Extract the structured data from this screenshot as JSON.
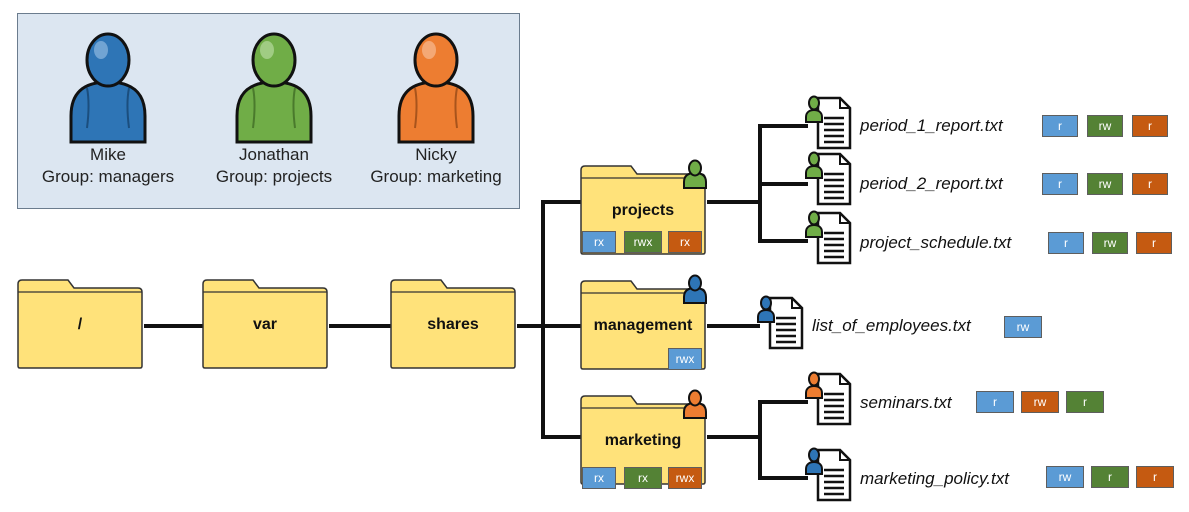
{
  "colors": {
    "user_blue": "#2e75b6",
    "user_green": "#70ad47",
    "user_orange": "#ed7d31",
    "perm_blue": "#5b9bd5",
    "perm_green": "#548235",
    "perm_orange": "#c55a11",
    "folder_fill": "#ffe27a",
    "legend_bg": "#dce6f1"
  },
  "users": [
    {
      "name": "Mike",
      "group": "Group: managers",
      "color": "blue"
    },
    {
      "name": "Jonathan",
      "group": "Group: projects",
      "color": "green"
    },
    {
      "name": "Nicky",
      "group": "Group: marketing",
      "color": "orange"
    }
  ],
  "folders": {
    "root": {
      "label": "/"
    },
    "var": {
      "label": "var"
    },
    "shares": {
      "label": "shares"
    },
    "projects": {
      "label": "projects",
      "owner": "green",
      "perms": [
        "rx",
        "rwx",
        "rx"
      ]
    },
    "management": {
      "label": "management",
      "owner": "blue",
      "perms": [
        "rwx"
      ]
    },
    "marketing": {
      "label": "marketing",
      "owner": "orange",
      "perms": [
        "rx",
        "rx",
        "rwx"
      ]
    }
  },
  "files": [
    {
      "name": "period_1_report.txt",
      "owner": "green",
      "perms": [
        "r",
        "rw",
        "r"
      ]
    },
    {
      "name": "period_2_report.txt",
      "owner": "green",
      "perms": [
        "r",
        "rw",
        "r"
      ]
    },
    {
      "name": "project_schedule.txt",
      "owner": "green",
      "perms": [
        "r",
        "rw",
        "r"
      ]
    },
    {
      "name": "list_of_employees.txt",
      "owner": "blue",
      "perms": [
        "rw"
      ]
    },
    {
      "name": "seminars.txt",
      "owner": "orange",
      "perms": [
        "r",
        "rw",
        "r"
      ]
    },
    {
      "name": "marketing_policy.txt",
      "owner": "blue",
      "perms": [
        "rw",
        "r",
        "r"
      ]
    }
  ]
}
